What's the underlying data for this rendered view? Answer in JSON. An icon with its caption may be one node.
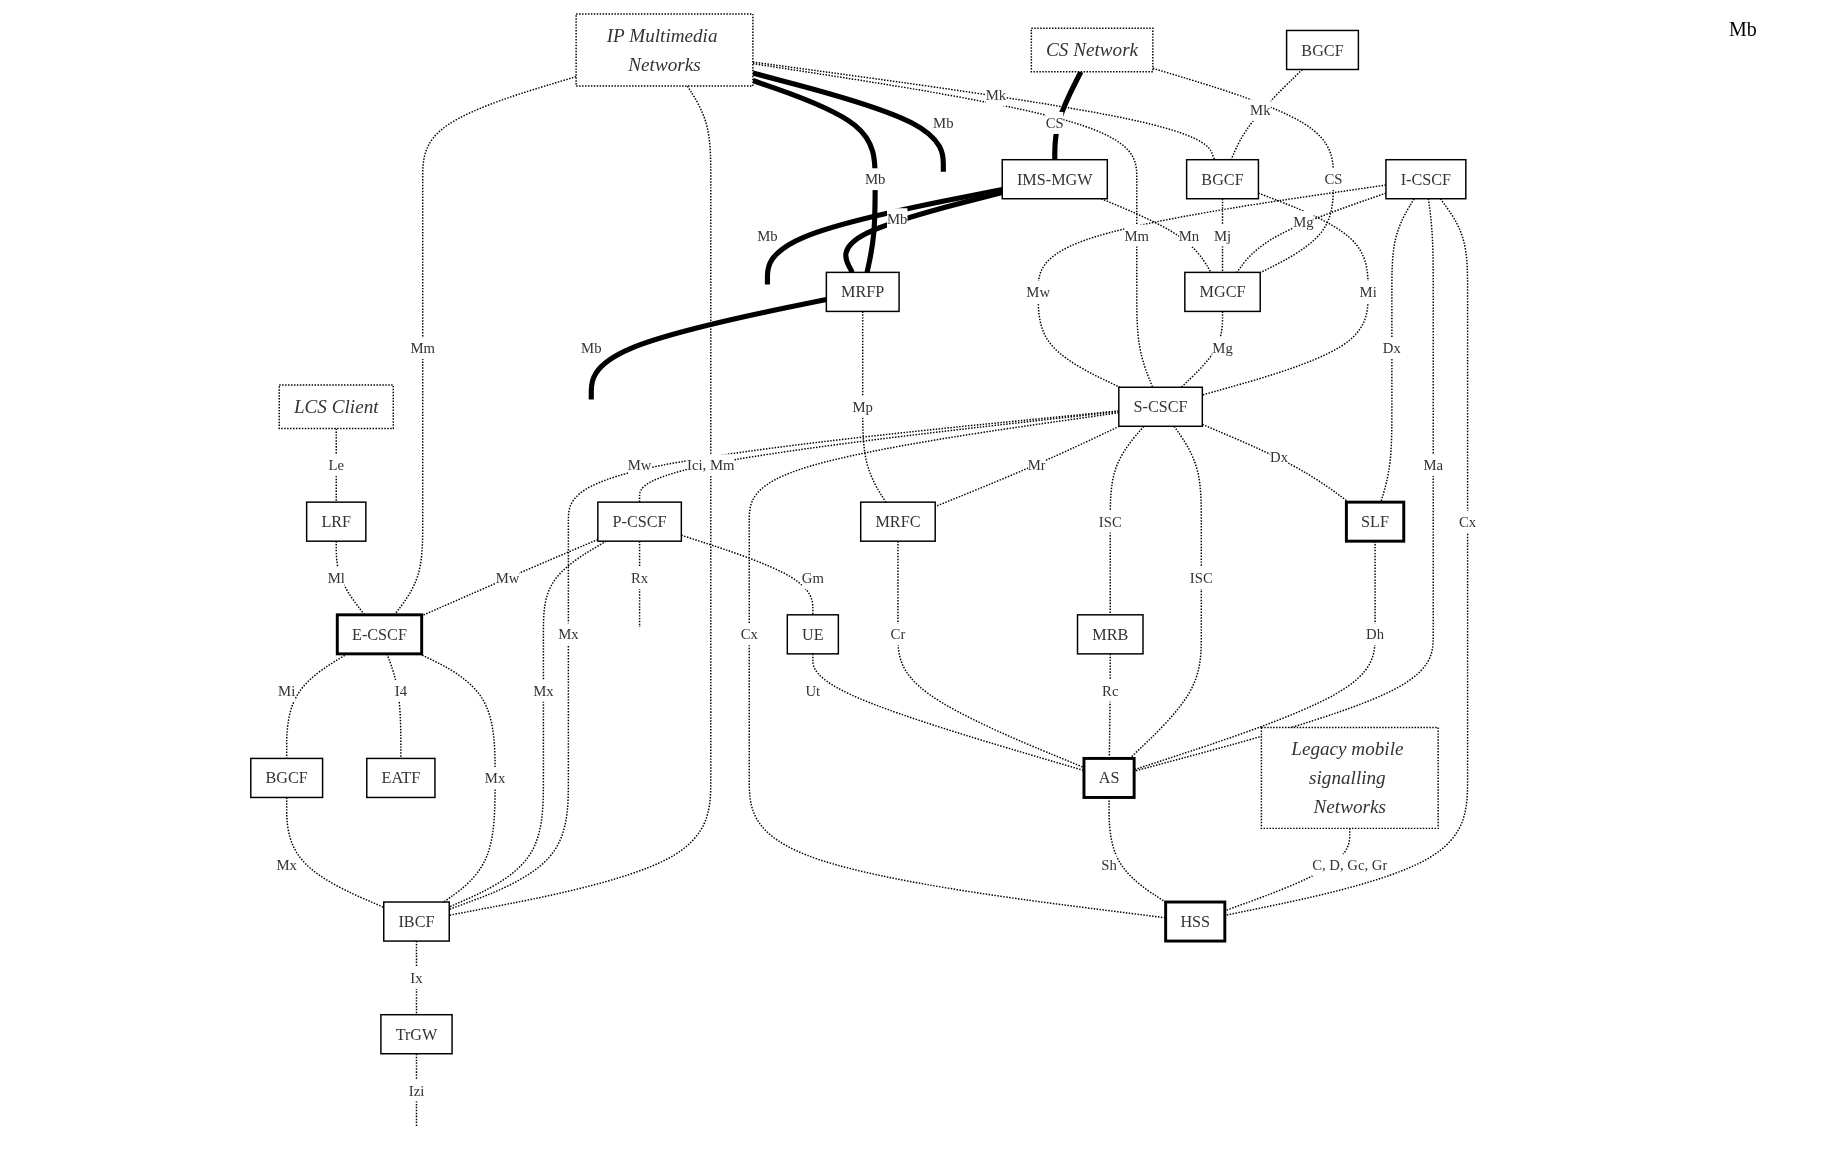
{
  "diagram": {
    "nodes": [
      {
        "text": [
          "IP Multimedia Networks"
        ]
      },
      {
        "text": [
          "CS Network"
        ]
      },
      {
        "text": [
          "Legacy mobile signalling Networks"
        ]
      },
      {
        "text": [
          "LCS Client"
        ]
      },
      {
        "text": [
          "BGCF"
        ]
      },
      {
        "text": [
          "I-CSCF"
        ]
      },
      {
        "text": [
          "AS"
        ]
      },
      {
        "text": [
          "LRF"
        ]
      },
      {
        "text": [
          "BGCF"
        ]
      },
      {
        "text": [
          "HSS"
        ]
      },
      {
        "text": [
          "IMS-MGW"
        ]
      },
      {
        "text": [
          "MGCF"
        ]
      },
      {
        "text": [
          "S-CSCF"
        ]
      },
      {
        "text": [
          "SLF"
        ]
      },
      {
        "text": [
          "E-CSCF"
        ]
      },
      {
        "text": [
          "MRB"
        ]
      },
      {
        "text": [
          "MRFP"
        ]
      },
      {
        "text": [
          "MRFC"
        ]
      },
      {
        "text": [
          "P-CSCF"
        ]
      },
      {
        "text": [
          "EATF"
        ]
      },
      {
        "text": [
          "IBCF"
        ]
      },
      {
        "text": [
          "BGCF"
        ]
      },
      {
        "text": [
          "TrGW"
        ]
      },
      {
        "text": [
          "UE"
        ]
      }
    ],
    "edges": [
      {
        "from": 0,
        "to": null,
        "arrow": "none",
        "label": "Mb",
        "style": "thick"
      },
      {
        "from": 0,
        "to": 16,
        "arrow": "none",
        "label": "Mb",
        "style": "thick"
      },
      {
        "from": 16,
        "to": null,
        "arrow": "none",
        "label": "Mb",
        "style": "thick"
      },
      {
        "from": 1,
        "to": 10,
        "arrow": "none",
        "label": "CS",
        "style": "thick"
      },
      {
        "from": 10,
        "to": 16,
        "arrow": "none",
        "label": "Mb",
        "style": "thick"
      },
      {
        "from": 10,
        "to": null,
        "arrow": "none",
        "label": "Mb",
        "style": "thick"
      },
      {
        "from": 1,
        "to": 11,
        "arrow": "none",
        "label": "CS",
        "style": "dashed"
      },
      {
        "from": 4,
        "to": 8,
        "arrow": "none",
        "label": "Mk",
        "style": "dashed"
      },
      {
        "from": 5,
        "to": 11,
        "arrow": "none",
        "label": "Mg",
        "style": "dashed"
      },
      {
        "from": 0,
        "to": 8,
        "arrow": "none",
        "label": "Mk",
        "style": "dashed"
      },
      {
        "from": 8,
        "to": 11,
        "arrow": "none",
        "label": "Mj",
        "style": "dashed"
      },
      {
        "from": 8,
        "to": 12,
        "arrow": "none",
        "label": "Mi",
        "style": "dashed"
      },
      {
        "from": 10,
        "to": 11,
        "arrow": "none",
        "label": "Mn",
        "style": "dashed"
      },
      {
        "from": 11,
        "to": 12,
        "arrow": "none",
        "label": "Mg",
        "style": "dashed"
      },
      {
        "from": 0,
        "to": 20,
        "arrow": "none",
        "label": "Ici, Mm",
        "style": "dashed"
      },
      {
        "from": 0,
        "to": 12,
        "arrow": "none",
        "label": "Mm",
        "style": "dashed"
      },
      {
        "from": 5,
        "to": 6,
        "arrow": "none",
        "label": "Ma",
        "style": "dashed"
      },
      {
        "from": 5,
        "to": 9,
        "arrow": "none",
        "label": "Cx",
        "style": "dashed"
      },
      {
        "from": 5,
        "to": 13,
        "arrow": "none",
        "label": "Dx",
        "style": "dashed"
      },
      {
        "from": 5,
        "to": 12,
        "arrow": "none",
        "label": "Mw",
        "style": "dashed"
      },
      {
        "from": 2,
        "to": 9,
        "arrow": "none",
        "label": "C, D, Gc, Gr",
        "style": "dashed"
      },
      {
        "from": 6,
        "to": 9,
        "arrow": "none",
        "label": "Sh",
        "style": "dashed"
      },
      {
        "from": 12,
        "to": 9,
        "arrow": "none",
        "label": "Cx",
        "style": "dashed"
      },
      {
        "from": 12,
        "to": 13,
        "arrow": "none",
        "label": "Dx",
        "style": "dashed"
      },
      {
        "from": 13,
        "to": 6,
        "arrow": "none",
        "label": "Dh",
        "style": "dashed"
      },
      {
        "from": 12,
        "to": 6,
        "arrow": "none",
        "label": "ISC",
        "style": "dashed"
      },
      {
        "from": 12,
        "to": 15,
        "arrow": "none",
        "label": "ISC",
        "style": "dashed"
      },
      {
        "from": 15,
        "to": 6,
        "arrow": "none",
        "label": "Rc",
        "style": "dashed"
      },
      {
        "from": 17,
        "to": 6,
        "arrow": "none",
        "label": "Cr",
        "style": "dashed"
      },
      {
        "from": 12,
        "to": 17,
        "arrow": "none",
        "label": "Mr",
        "style": "dashed"
      },
      {
        "from": 12,
        "to": 18,
        "arrow": "none",
        "label": "Mw",
        "style": "dashed"
      },
      {
        "from": 12,
        "to": 20,
        "arrow": "none",
        "label": "Mx",
        "style": "dashed"
      },
      {
        "from": 18,
        "to": 20,
        "arrow": "none",
        "label": "Mx",
        "style": "dashed"
      },
      {
        "from": 18,
        "to": 14,
        "arrow": "none",
        "label": "Mw",
        "style": "dashed"
      },
      {
        "from": 18,
        "to": 23,
        "arrow": "none",
        "label": "Gm",
        "style": "dashed"
      },
      {
        "from": 18,
        "to": null,
        "arrow": "none",
        "label": "Rx",
        "style": "dashed"
      },
      {
        "from": 23,
        "to": 6,
        "arrow": "none",
        "label": "Ut",
        "style": "dashed"
      },
      {
        "from": 0,
        "to": 14,
        "arrow": "none",
        "label": "Mm",
        "style": "dashed"
      },
      {
        "from": 3,
        "to": 7,
        "arrow": "none",
        "label": "Le",
        "style": "dashed"
      },
      {
        "from": 7,
        "to": 14,
        "arrow": "none",
        "label": "Ml",
        "style": "dashed"
      },
      {
        "from": 14,
        "to": 19,
        "arrow": "none",
        "label": "I4",
        "style": "dashed"
      },
      {
        "from": 14,
        "to": 20,
        "arrow": "none",
        "label": "Mx",
        "style": "dashed"
      },
      {
        "from": 14,
        "to": 21,
        "arrow": "none",
        "label": "Mi",
        "style": "dashed"
      },
      {
        "from": 21,
        "to": 20,
        "arrow": "none",
        "label": "Mx",
        "style": "dashed"
      },
      {
        "from": 20,
        "to": 22,
        "arrow": "none",
        "label": "Ix",
        "style": "dashed"
      },
      {
        "from": 22,
        "to": null,
        "arrow": "none",
        "label": "Izi",
        "style": "dashed"
      },
      {
        "from": 16,
        "to": 17,
        "arrow": "none",
        "label": "Mp",
        "style": "dashed"
      }
    ],
    "labels": [
      "Mb"
    ]
  }
}
